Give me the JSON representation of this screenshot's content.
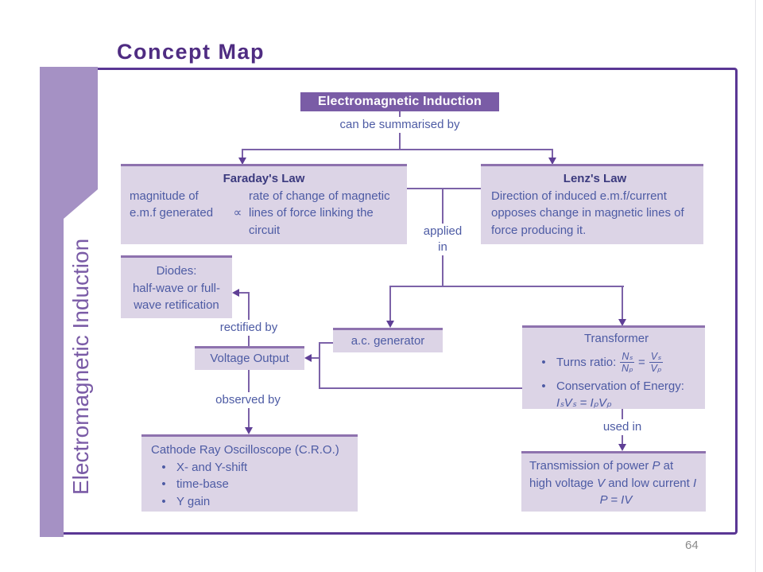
{
  "page": {
    "title": "Concept Map",
    "page_number": "64"
  },
  "sidebar": {
    "vertical_label": "Electromagnetic Induction"
  },
  "colors": {
    "frame": "#5A3794",
    "ribbon": "#A591C4",
    "nodefill": "#DCD4E6",
    "nodeborder": "#8E72AE",
    "headerbox": "#7A5CA6",
    "text": "#4D5BA4",
    "boldtext": "#3B3A7E",
    "line": "#7C62A8",
    "arrow": "#5F3F96",
    "pagetitle": "#4F2C82",
    "pagenum": "#8A8A8A"
  },
  "diagram": {
    "root": {
      "label": "Electromagnetic Induction"
    },
    "edge_labels": {
      "summarised": "can be summarised by",
      "applied_line1": "applied",
      "applied_line2": "in",
      "rectified": "rectified by",
      "observed": "observed by",
      "used_in": "used in"
    },
    "faraday": {
      "title": "Faraday's Law",
      "left_lines": [
        "magnitude of",
        "e.m.f generated"
      ],
      "prop_symbol": "∝",
      "right_lines": [
        "rate of change of magnetic",
        "lines of force linking the",
        "circuit"
      ]
    },
    "lenz": {
      "title": "Lenz's Law",
      "lines": [
        "Direction of induced e.m.f/current",
        "opposes change in magnetic lines of",
        "force producing it."
      ]
    },
    "diodes": {
      "lines": [
        "Diodes:",
        "half-wave or full-",
        "wave retification"
      ]
    },
    "ac_generator": {
      "label": "a.c. generator"
    },
    "transformer": {
      "title": "Transformer",
      "bullet": "•",
      "turns_prefix": "Turns ratio:",
      "frac_left_num": "Nₛ",
      "frac_left_den": "Nₚ",
      "equals": "=",
      "frac_right_num": "Vₛ",
      "frac_right_den": "Vₚ",
      "conservation": "Conservation of Energy:",
      "conservation_eq": "IₛVₛ = IₚVₚ"
    },
    "voltage_output": {
      "label": "Voltage Output"
    },
    "cro": {
      "title": "Cathode Ray Oscilloscope (C.R.O.)",
      "bullet": "•",
      "items": [
        "X- and Y-shift",
        "time-base",
        "Y gain"
      ]
    },
    "transmission": {
      "line1_a": "Transmission of power ",
      "line1_b": "P",
      "line1_c": " at",
      "line2_a": "high voltage ",
      "line2_b": "V",
      "line2_c": " and low current ",
      "line2_d": "I",
      "equation": "P = IV"
    }
  }
}
